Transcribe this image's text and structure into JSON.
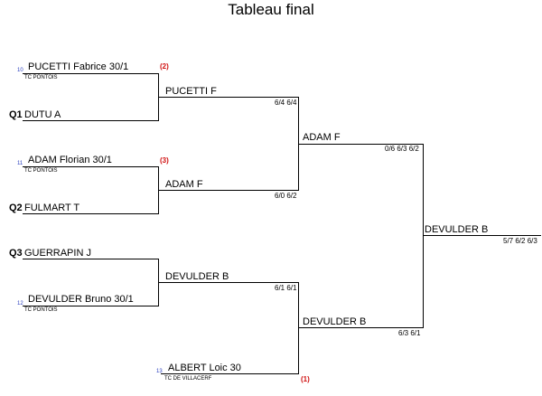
{
  "title": "Tableau final",
  "entries": [
    {
      "seed_number": "10",
      "player": "PUCETTI Fabrice 30/1",
      "club": "TC PONTOIS",
      "seed_rank": "(2)"
    },
    {
      "qualifier": "Q1",
      "player": "DUTU A"
    },
    {
      "seed_number": "11",
      "player": "ADAM Florian 30/1",
      "club": "TC PONTOIS",
      "seed_rank": "(3)"
    },
    {
      "qualifier": "Q2",
      "player": "FULMART T"
    },
    {
      "qualifier": "Q3",
      "player": "GUERRAPIN J"
    },
    {
      "seed_number": "12",
      "player": "DEVULDER Bruno 30/1",
      "club": "TC PONTOIS"
    },
    {
      "seed_number": "13",
      "player": "ALBERT Loic 30",
      "club": "TC DE VILLACERF",
      "seed_rank": "(1)"
    }
  ],
  "round2": [
    {
      "winner": "PUCETTI F",
      "score": "6/4 6/4"
    },
    {
      "winner": "ADAM F",
      "score": "6/0 6/2"
    },
    {
      "winner": "DEVULDER B",
      "score": "6/1 6/1"
    },
    {
      "winner": "DEVULDER B",
      "score": "6/3 6/1"
    }
  ],
  "round3": [
    {
      "winner": "ADAM F",
      "score": "0/6 6/3 6/2"
    }
  ],
  "final": {
    "winner": "DEVULDER B",
    "score": "5/7 6/2 6/3"
  }
}
